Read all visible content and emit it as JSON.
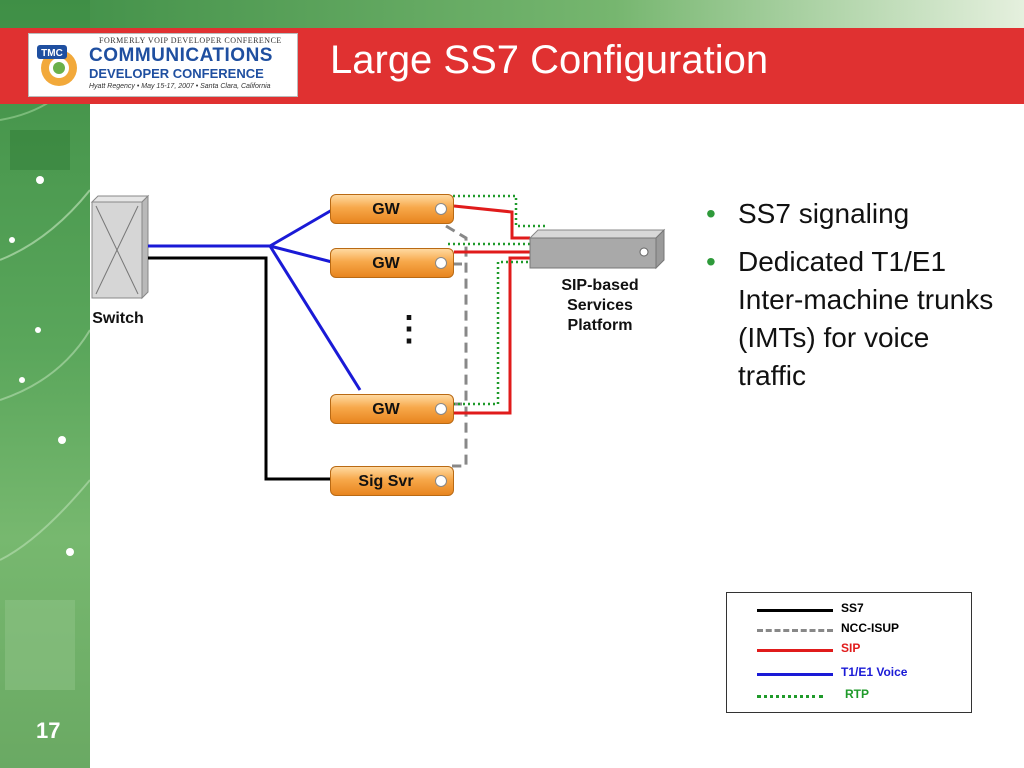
{
  "header": {
    "title": "Large SS7 Configuration",
    "logo": {
      "top_line": "FORMERLY VOIP DEVELOPER CONFERENCE",
      "line1": "COMMUNICATIONS",
      "line2": "DEVELOPER CONFERENCE",
      "line3": "Hyatt Regency • May 15-17, 2007 • Santa Clara, California",
      "badge": "TMC"
    }
  },
  "diagram": {
    "switch_label": "Switch",
    "gateways": [
      "GW",
      "GW",
      "GW"
    ],
    "ellipsis": "⋮",
    "sig_server": "Sig Svr",
    "platform_label": [
      "SIP-based",
      "Services",
      "Platform"
    ]
  },
  "bullets": [
    "SS7 signaling",
    "Dedicated T1/E1 Inter-machine trunks (IMTs) for voice traffic"
  ],
  "legend": [
    {
      "label": "SS7",
      "style": "solid",
      "color": "#000000"
    },
    {
      "label": "NCC-ISUP",
      "style": "dashed",
      "color": "#808080"
    },
    {
      "label": "SIP",
      "style": "solid",
      "color": "#e01b1b"
    },
    {
      "label": "T1/E1 Voice",
      "style": "solid",
      "color": "#1a1ad6"
    },
    {
      "label": "RTP",
      "style": "dotted",
      "color": "#1f9a2a"
    }
  ],
  "page_number": "17",
  "colors": {
    "header_red": "#e03131",
    "sidebar_green": "#5aa65b",
    "gateway_orange": "#f7a84a",
    "bullet_green": "#2e9a3a"
  }
}
